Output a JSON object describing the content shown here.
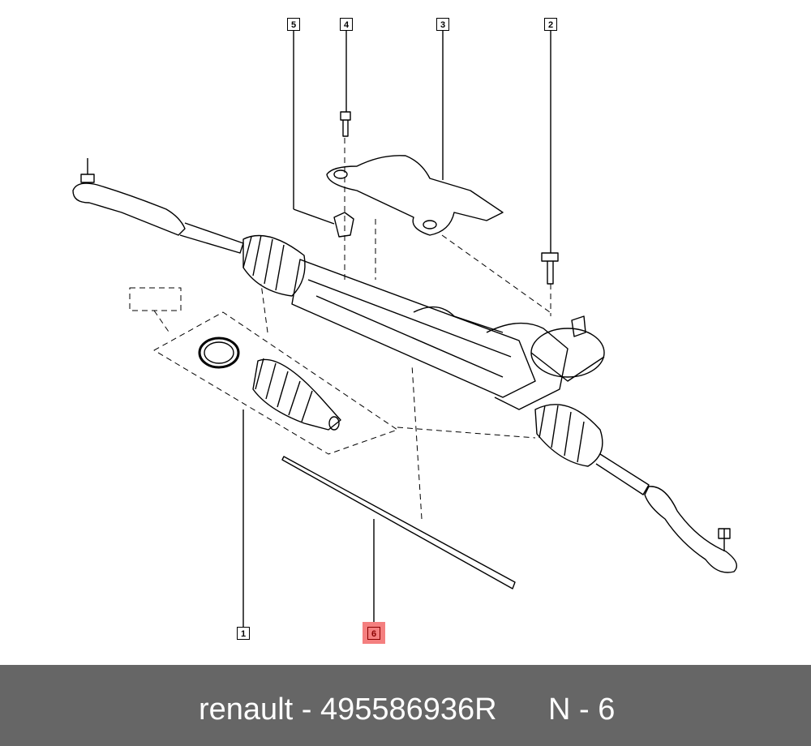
{
  "diagram": {
    "callouts": [
      "1",
      "2",
      "3",
      "4",
      "5",
      "6"
    ],
    "selected_callout": "6",
    "highlight_color": "#f47f7f"
  },
  "footer": {
    "brand": "renault",
    "part_number": "495586936R",
    "title": "renault - 495586936R",
    "position": "N - 6",
    "background": "#666666"
  }
}
